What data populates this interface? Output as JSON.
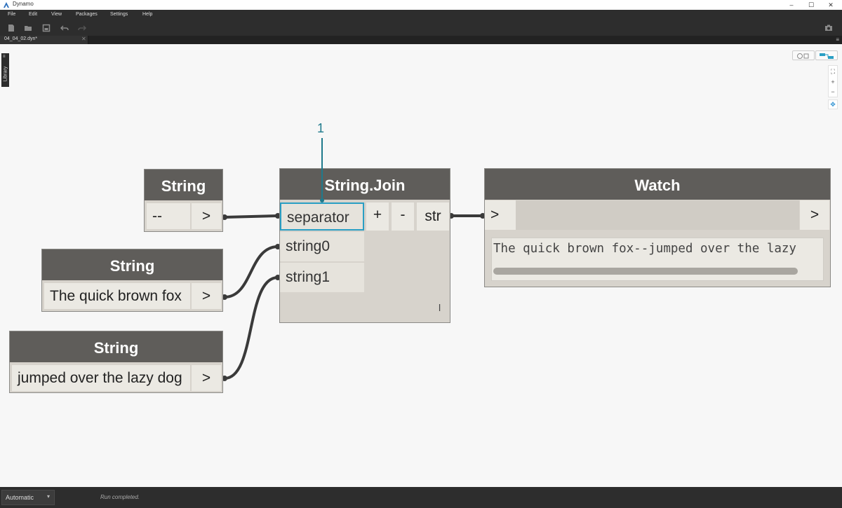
{
  "window": {
    "title": "Dynamo",
    "minimize_glyph": "–",
    "maximize_glyph": "☐",
    "close_glyph": "✕"
  },
  "menu": {
    "items": [
      "File",
      "Edit",
      "View",
      "Packages",
      "Settings",
      "Help"
    ]
  },
  "toolbar": {
    "icons": [
      "new-file-icon",
      "open-file-icon",
      "save-icon",
      "undo-icon",
      "redo-icon"
    ],
    "export_icon": "camera-icon"
  },
  "tabs": [
    {
      "label": "04_04_02.dyn*",
      "close_glyph": "✕"
    }
  ],
  "library": {
    "label": "Library",
    "glyph": "≡"
  },
  "zoom": {
    "fit": "⛶",
    "zoom_in": "+",
    "zoom_out": "−",
    "pan": "✥"
  },
  "nodes": {
    "string_separator": {
      "title": "String",
      "value": "--",
      "output": ">"
    },
    "string_fox": {
      "title": "String",
      "value": "The quick brown fox",
      "output": ">"
    },
    "string_dog": {
      "title": "String",
      "value": "jumped over the lazy dog",
      "output": ">"
    },
    "string_join": {
      "title": "String.Join",
      "inputs": [
        "separator",
        "string0",
        "string1"
      ],
      "add_input": "+",
      "remove_input": "-",
      "output": "str",
      "lacing": "l"
    },
    "watch": {
      "title": "Watch",
      "input": ">",
      "output": ">",
      "value": "The quick brown fox--jumped over the lazy"
    }
  },
  "annotation": {
    "label": "1"
  },
  "statusbar": {
    "run_mode": "Automatic",
    "run_caret": "▾",
    "status": "Run completed."
  },
  "colors": {
    "accent": "#2a9fc4",
    "node_header": "#5f5d5a",
    "node_body": "#d7d3cc",
    "wire": "#3a3a3a"
  }
}
